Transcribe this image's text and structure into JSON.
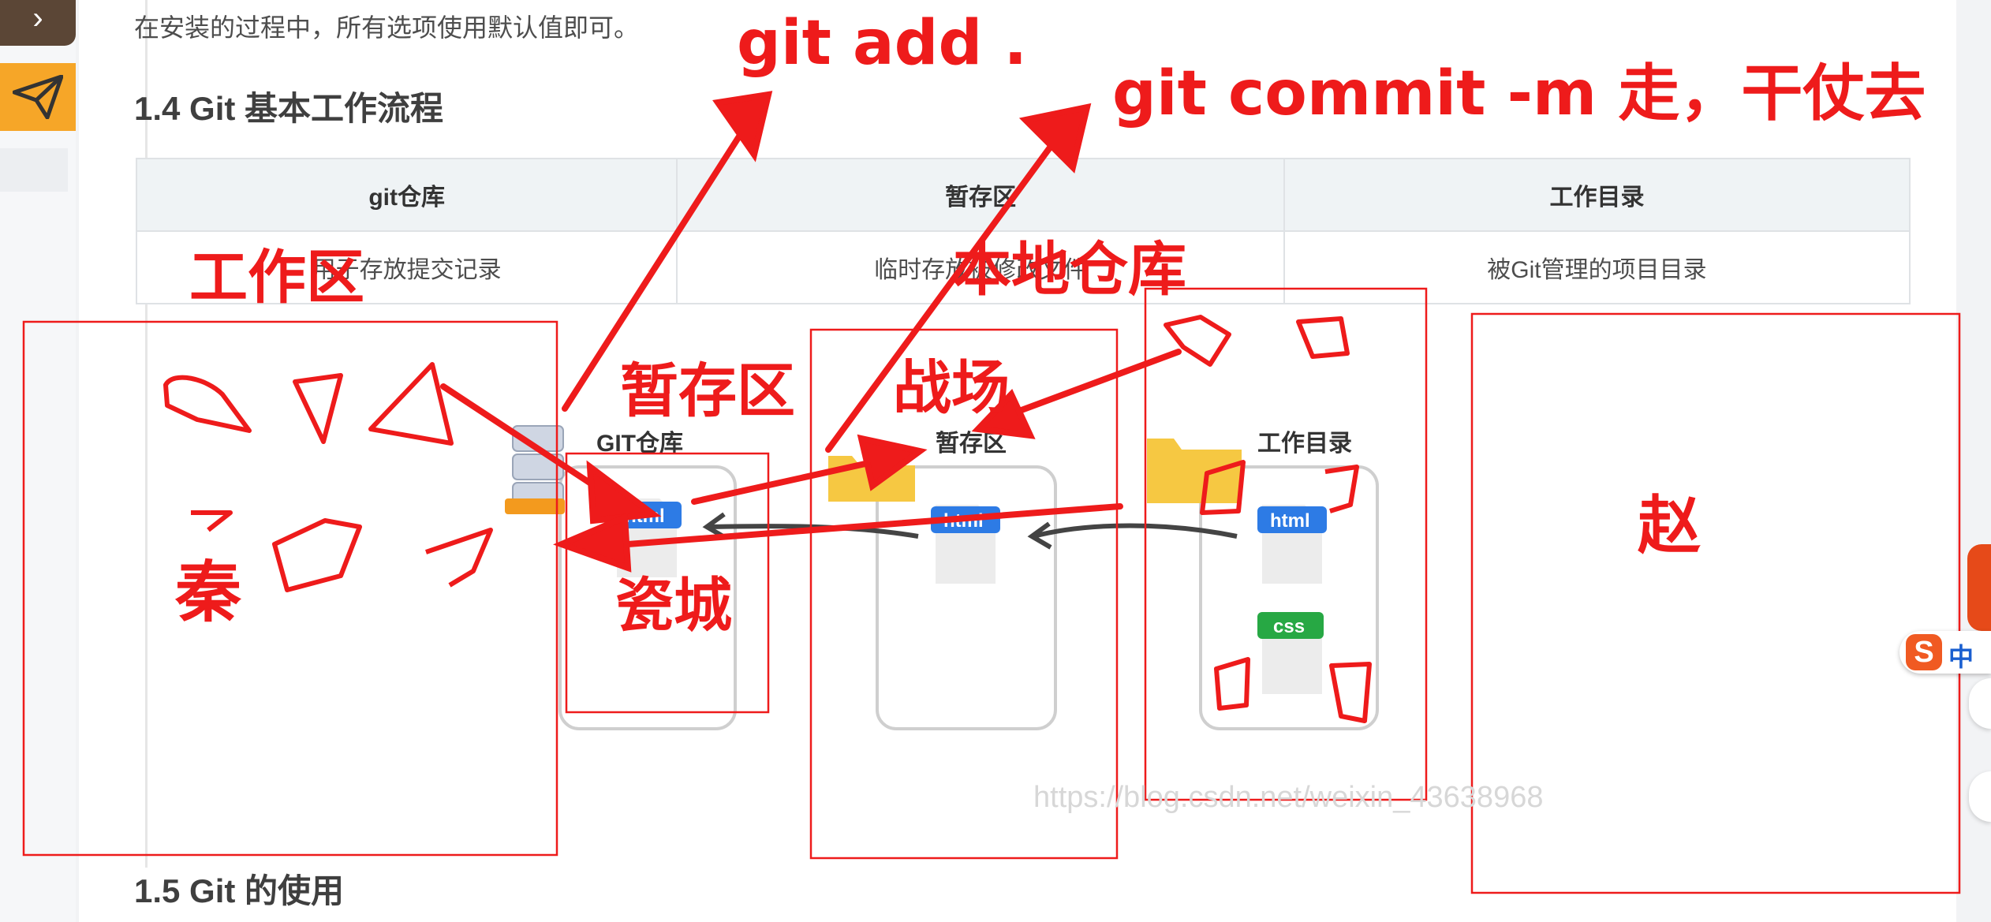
{
  "intro_text": "在安装的过程中，所有选项使用默认值即可。",
  "section_14_heading": "1.4 Git 基本工作流程",
  "section_15_heading": "1.5 Git 的使用",
  "table": {
    "headers": [
      "git仓库",
      "暂存区",
      "工作目录"
    ],
    "row": [
      "用于存放提交记录",
      "临时存放被修改文件",
      "被Git管理的项目目录"
    ]
  },
  "diagram": {
    "repo_label": "GIT仓库",
    "stage_label": "暂存区",
    "workdir_label": "工作目录",
    "html_badge": "html",
    "css_badge": "css"
  },
  "watermark": "https://blog.csdn.net/weixin_43638968",
  "annotations": {
    "git_add": "git add .",
    "git_commit": "git commit -m 走，干仗去",
    "work_area": "工作区",
    "local_repo": "本地仓库",
    "staging_area": "暂存区",
    "battlefield": "战场",
    "qin": "秦",
    "cicheng": "瓷城",
    "zhao": "赵"
  },
  "ime": {
    "logo": "S",
    "lang": "中"
  },
  "icons": [
    "chevron-right-icon",
    "paper-plane-icon",
    "server-icon",
    "folder-icon",
    "file-icon"
  ],
  "colors": {
    "annotation_red": "#ee1b1b",
    "html_badge": "#2d7be5",
    "css_badge": "#27a844",
    "folder": "#f6c842",
    "rail_orange": "#f6a628",
    "rail_brown": "#5b4636"
  }
}
